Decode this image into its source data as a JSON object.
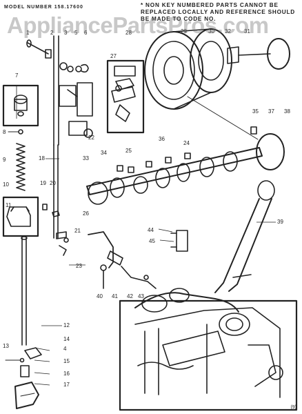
{
  "header": {
    "model_line": "MODEL NUMBER 158.17600",
    "note": "* NON KEY NUMBERED PARTS CANNOT BE REPLACED LOCALLY AND REFERENCE SHOULD BE MADE TO CODE NO.",
    "watermark": "AppliancePartsPros.com",
    "code": "(9)"
  },
  "colors": {
    "ink": "#222222",
    "paper": "#ffffff",
    "watermark": "#8c8c8c"
  },
  "part_labels": [
    "1",
    "2",
    "3",
    "4",
    "5",
    "6",
    "7",
    "8",
    "9",
    "10",
    "11",
    "12",
    "13",
    "14",
    "15",
    "16",
    "17",
    "18",
    "19",
    "20",
    "21",
    "22",
    "23",
    "24",
    "25",
    "26",
    "27",
    "28",
    "29",
    "30",
    "31",
    "32",
    "33",
    "34",
    "35",
    "36",
    "37",
    "38",
    "39",
    "40",
    "41",
    "42",
    "43",
    "44",
    "45"
  ]
}
